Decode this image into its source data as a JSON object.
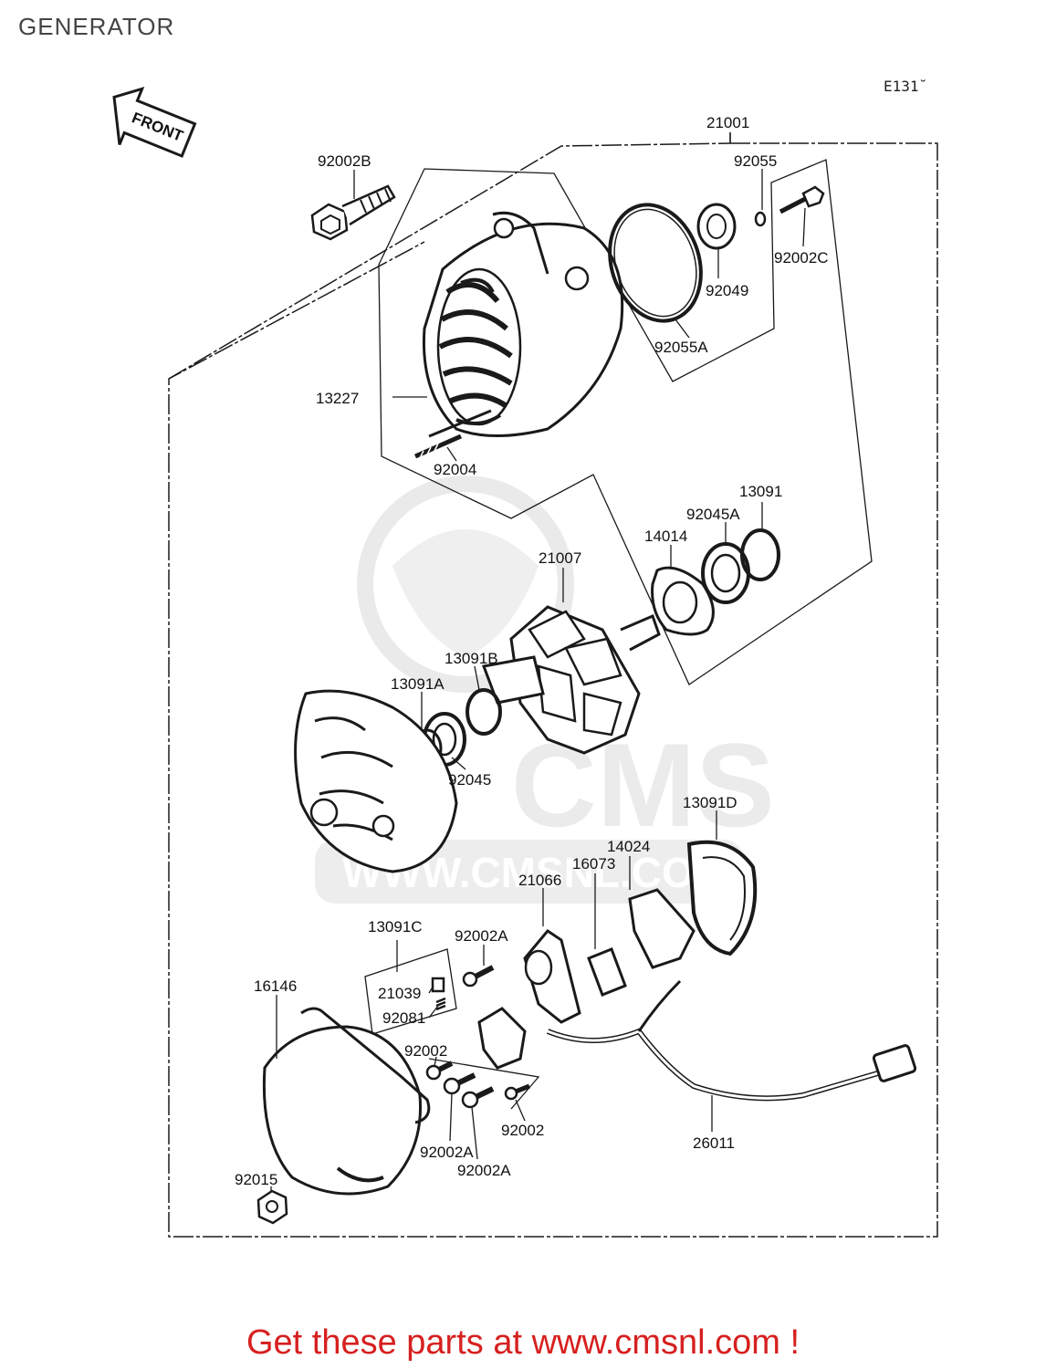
{
  "page": {
    "title": "GENERATOR",
    "diagram_code": "E131̆",
    "front_label": "FRONT",
    "watermark_text": "CMS",
    "watermark_url": "WWW.CMSNL.CO"
  },
  "labels": {
    "p21001": "21001",
    "p92002B": "92002B",
    "p92055": "92055",
    "p92002C": "92002C",
    "p92049": "92049",
    "p92055A": "92055A",
    "p13227": "13227",
    "p92004": "92004",
    "p13091": "13091",
    "p92045A": "92045A",
    "p14014": "14014",
    "p21007": "21007",
    "p13091B": "13091B",
    "p13091A": "13091A",
    "p92045": "92045",
    "p13091D": "13091D",
    "p14024": "14024",
    "p16073": "16073",
    "p21066": "21066",
    "p13091C": "13091C",
    "p92002A_top": "92002A",
    "p16146": "16146",
    "p21039": "21039",
    "p92081": "92081",
    "p92002_left": "92002",
    "p92002_right": "92002",
    "p92002A_mid": "92002A",
    "p92002A_bottom": "92002A",
    "p26011": "26011",
    "p92015": "92015"
  },
  "footer": {
    "promo": "Get these parts at www.cmsnl.com !"
  },
  "colors": {
    "line": "#1a1a1a",
    "watermark": "#d9d9d9",
    "promo": "#d6201f"
  }
}
